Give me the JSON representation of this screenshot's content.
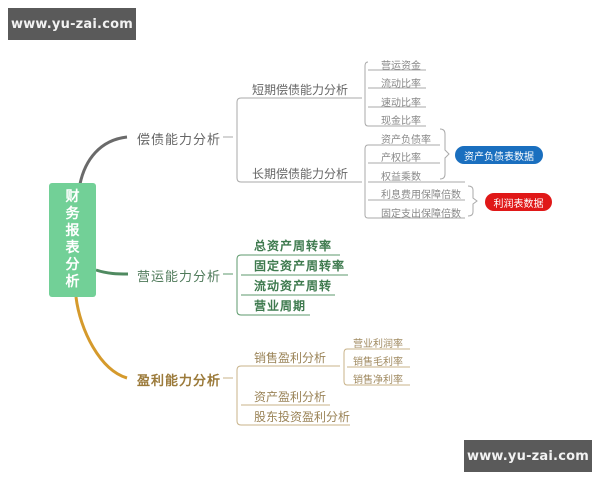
{
  "watermarks": {
    "top": "www.yu-zai.com",
    "bottom": "www.yu-zai.com"
  },
  "root": {
    "label": "财务报表分析",
    "chars": [
      "财",
      "务",
      "报",
      "表",
      "分",
      "析"
    ],
    "color": "#72d097"
  },
  "branches": {
    "solvency": {
      "label": "偿债能力分析",
      "color": "#6e6e6e",
      "short_term": {
        "label": "短期偿债能力分析",
        "items": [
          "营运资金",
          "流动比率",
          "速动比率",
          "现金比率"
        ]
      },
      "long_term": {
        "label": "长期偿债能力分析",
        "items": [
          "资产负债率",
          "产权比率",
          "权益乘数",
          "利息费用保障倍数",
          "固定支出保障倍数"
        ]
      },
      "badges": [
        {
          "label": "资产负债表数据",
          "color": "#1a6fbf"
        },
        {
          "label": "利润表数据",
          "color": "#e01818"
        }
      ]
    },
    "operating": {
      "label": "营运能力分析",
      "color": "#4f8a60",
      "items": [
        "总资产周转率",
        "固定资产周转率",
        "流动资产周转",
        "营业周期"
      ]
    },
    "profitability": {
      "label": "盈利能力分析",
      "color": "#c9962e",
      "sales": {
        "label": "销售盈利分析",
        "items": [
          "营业利润率",
          "销售毛利率",
          "销售净利率"
        ]
      },
      "items": [
        "资产盈利分析",
        "股东投资盈利分析"
      ]
    }
  }
}
